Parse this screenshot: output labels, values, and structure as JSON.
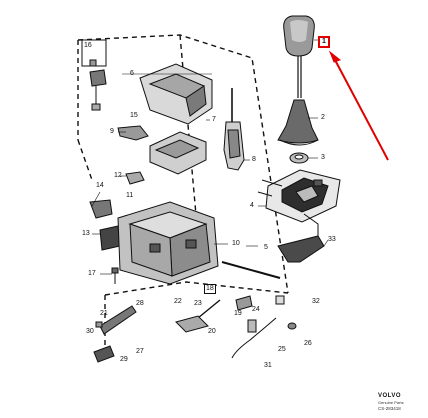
{
  "callouts": {
    "c1": "1",
    "c2": "2",
    "c3": "3",
    "c4": "4",
    "c5": "5",
    "c6": "6",
    "c7": "7",
    "c8": "8",
    "c9": "9",
    "c10": "10",
    "c11": "11",
    "c12": "12",
    "c13": "13",
    "c14": "14",
    "c15": "15",
    "c16": "16",
    "c17": "17",
    "c18": "18",
    "c19": "19",
    "c20": "20",
    "c21": "21",
    "c22": "22",
    "c23": "23",
    "c24": "24",
    "c25": "25",
    "c26": "26",
    "c27": "27",
    "c28": "28",
    "c29": "29",
    "c30": "30",
    "c31": "31",
    "c32": "32",
    "c33": "33"
  },
  "footer": {
    "brand": "VOLVO",
    "sub": "Genuine Parts",
    "ref": "CS-283418"
  },
  "colors": {
    "highlight": "#e00000",
    "line": "#111111"
  }
}
